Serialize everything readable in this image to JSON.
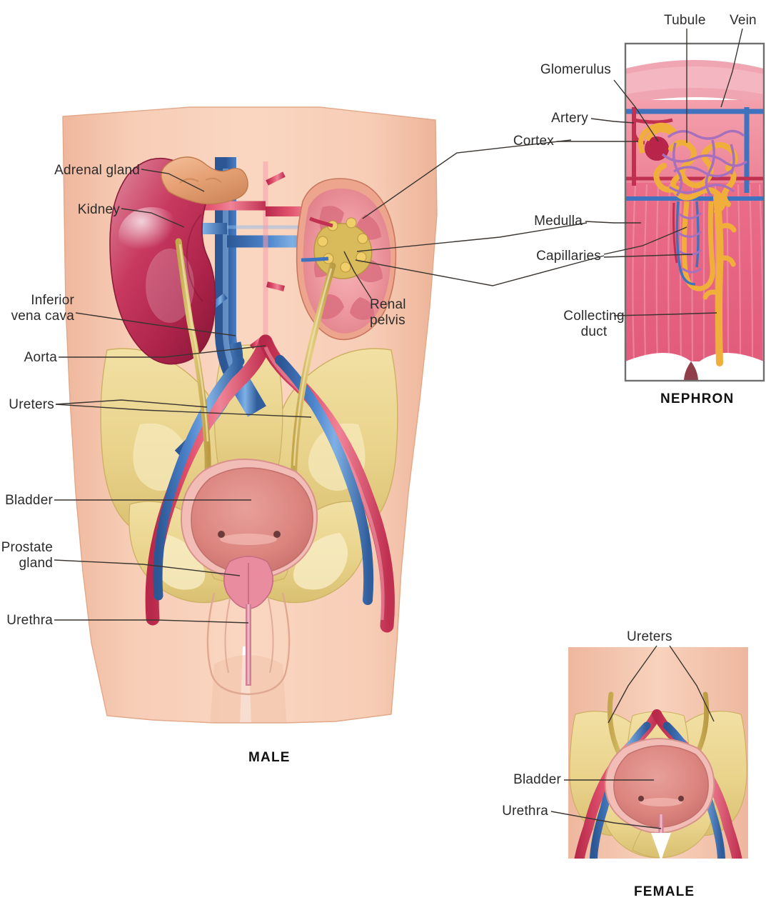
{
  "figure": {
    "title": "Urinary System Anatomy Diagram",
    "panels": [
      {
        "name": "male",
        "caption": "MALE"
      },
      {
        "name": "nephron",
        "caption": "NEPHRON"
      },
      {
        "name": "female",
        "caption": "FEMALE"
      }
    ]
  },
  "male_panel": {
    "caption": "MALE",
    "labels": [
      {
        "id": "adrenal-gland",
        "text": "Adrenal gland",
        "align": "right"
      },
      {
        "id": "kidney",
        "text": "Kidney",
        "align": "right"
      },
      {
        "id": "inferior-vena-cava",
        "text": "Inferior\nvena cava",
        "align": "right"
      },
      {
        "id": "aorta",
        "text": "Aorta",
        "align": "right"
      },
      {
        "id": "ureters",
        "text": "Ureters",
        "align": "right"
      },
      {
        "id": "bladder",
        "text": "Bladder",
        "align": "right"
      },
      {
        "id": "prostate-gland",
        "text": "Prostate\ngland",
        "align": "right"
      },
      {
        "id": "urethra",
        "text": "Urethra",
        "align": "right"
      },
      {
        "id": "renal-pelvis",
        "text": "Renal\npelvis",
        "align": "left"
      }
    ]
  },
  "nephron_panel": {
    "caption": "NEPHRON",
    "labels": [
      {
        "id": "tubule",
        "text": "Tubule",
        "align": "center"
      },
      {
        "id": "vein",
        "text": "Vein",
        "align": "center"
      },
      {
        "id": "glomerulus",
        "text": "Glomerulus",
        "align": "right"
      },
      {
        "id": "artery",
        "text": "Artery",
        "align": "right"
      },
      {
        "id": "cortex",
        "text": "Cortex",
        "align": "right"
      },
      {
        "id": "medulla",
        "text": "Medulla",
        "align": "right"
      },
      {
        "id": "capillaries",
        "text": "Capillaries",
        "align": "right"
      },
      {
        "id": "collecting-duct",
        "text": "Collecting\nduct",
        "align": "right"
      }
    ]
  },
  "female_panel": {
    "caption": "FEMALE",
    "labels": [
      {
        "id": "ureters",
        "text": "Ureters",
        "align": "center"
      },
      {
        "id": "bladder",
        "text": "Bladder",
        "align": "right"
      },
      {
        "id": "urethra",
        "text": "Urethra",
        "align": "right"
      }
    ]
  },
  "colors": {
    "skin": "#f6cbb4",
    "skin_shadow": "#eab79c",
    "bone": "#ecd792",
    "bone_shadow": "#dcc377",
    "artery": "#d9405e",
    "artery_dark": "#b32846",
    "vein": "#3f73bd",
    "vein_dark": "#2a5391",
    "kidney": "#c03659",
    "kidney_light": "#d8637f",
    "kidney_cut": "#ef9a9f",
    "kidney_cut_dark": "#e0717f",
    "adrenal": "#e8a477",
    "ureter": "#d4b85c",
    "bladder": "#de8a86",
    "bladder_wall": "#f3bdb7",
    "prostate": "#e58a9d",
    "cortex": "#ec8397",
    "medulla": "#e8607f",
    "tubule": "#f0ae3a",
    "capillary": "#a670bd",
    "leader": "#3a3530",
    "box_border": "#6f6f6f",
    "text": "#2b2b2b"
  }
}
